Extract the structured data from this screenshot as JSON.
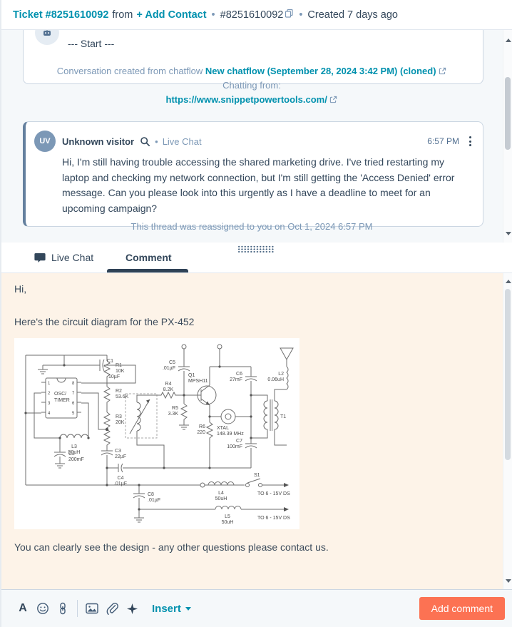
{
  "header": {
    "ticket_title": "Ticket #8251610092",
    "from_label": "from",
    "add_contact": "+ Add Contact",
    "separator": "•",
    "ticket_number": "#8251610092",
    "created": "Created 7 days ago"
  },
  "conversation": {
    "bot_message": "--- Start ---",
    "chatflow": {
      "prefix": "Conversation created from chatflow",
      "link": "New chatflow (September 28, 2024 3:42 PM) (cloned)",
      "chatting_from_label": "Chatting from:",
      "chatting_from_url": "https://www.snippetpowertools.com/"
    },
    "visitor": {
      "avatar": "UV",
      "name": "Unknown visitor",
      "channel_sep": "•",
      "channel": "Live Chat",
      "time": "6:57 PM",
      "body": "Hi, I'm still having trouble accessing the shared marketing drive. I've tried restarting my laptop and checking my network connection, but I'm still getting the 'Access Denied' error message. Can you please look into this urgently as I have a deadline to meet for an upcoming campaign?"
    },
    "reassigned_notice": "This thread was reassigned to you on Oct 1, 2024 6:57 PM"
  },
  "tabs": {
    "live_chat": "Live Chat",
    "comment": "Comment"
  },
  "editor": {
    "paragraph1": "Hi,",
    "paragraph2": "Here's the circuit diagram for the PX-452",
    "paragraph3": "You can clearly see the design - any other questions please contact us."
  },
  "circuit": {
    "ic": {
      "line1": "OSC/",
      "line2": "TIMER",
      "pins": [
        "1",
        "2",
        "3",
        "4",
        "8",
        "7",
        "6",
        "5"
      ]
    },
    "c1": {
      "ref": "C1",
      "val": "10µF"
    },
    "r1": {
      "ref": "R1",
      "val": "10K"
    },
    "r2": {
      "ref": "R2",
      "val": "53.6K"
    },
    "r3": {
      "ref": "R3",
      "val": "20K"
    },
    "l3": {
      "ref": "L3",
      "val": "50uH"
    },
    "c2": {
      "ref": "C2",
      "val": "200mF"
    },
    "c3": {
      "ref": "C3",
      "val": "22µF"
    },
    "c4": {
      "ref": "C4",
      "val": ".01µF"
    },
    "c5": {
      "ref": "C5",
      "val": ".01µF"
    },
    "r4": {
      "ref": "R4",
      "val": "8.2K"
    },
    "r5": {
      "ref": "R5",
      "val": "3.3K"
    },
    "q1": {
      "ref": "Q1",
      "val": "MPSH11"
    },
    "xtal": {
      "ref": "XTAL",
      "val": "148.39 MHz"
    },
    "r6": {
      "ref": "R6",
      "val": "220"
    },
    "c6": {
      "ref": "C6",
      "val": "27mF"
    },
    "c7": {
      "ref": "C7",
      "val": "100mF"
    },
    "l2": {
      "ref": "L2",
      "val": "0.06uH"
    },
    "t1": {
      "ref": "T1",
      "val": ""
    },
    "c8": {
      "ref": "C8",
      "val": ".01µF"
    },
    "l4": {
      "ref": "L4",
      "val": "50uH"
    },
    "l5": {
      "ref": "L5",
      "val": "50uH"
    },
    "s1": {
      "ref": "S1",
      "val": ""
    },
    "out1": "TO 6 - 15V DS",
    "out2": "TO 6 - 15V DS"
  },
  "toolbar": {
    "insert_label": "Insert",
    "add_comment_label": "Add comment"
  },
  "colors": {
    "teal": "#0091ae",
    "dark": "#33475b",
    "muted": "#7c98b6",
    "coral": "#fc7253",
    "editor_bg": "#fdf3e8",
    "panel_bg": "#f5f8fa"
  }
}
